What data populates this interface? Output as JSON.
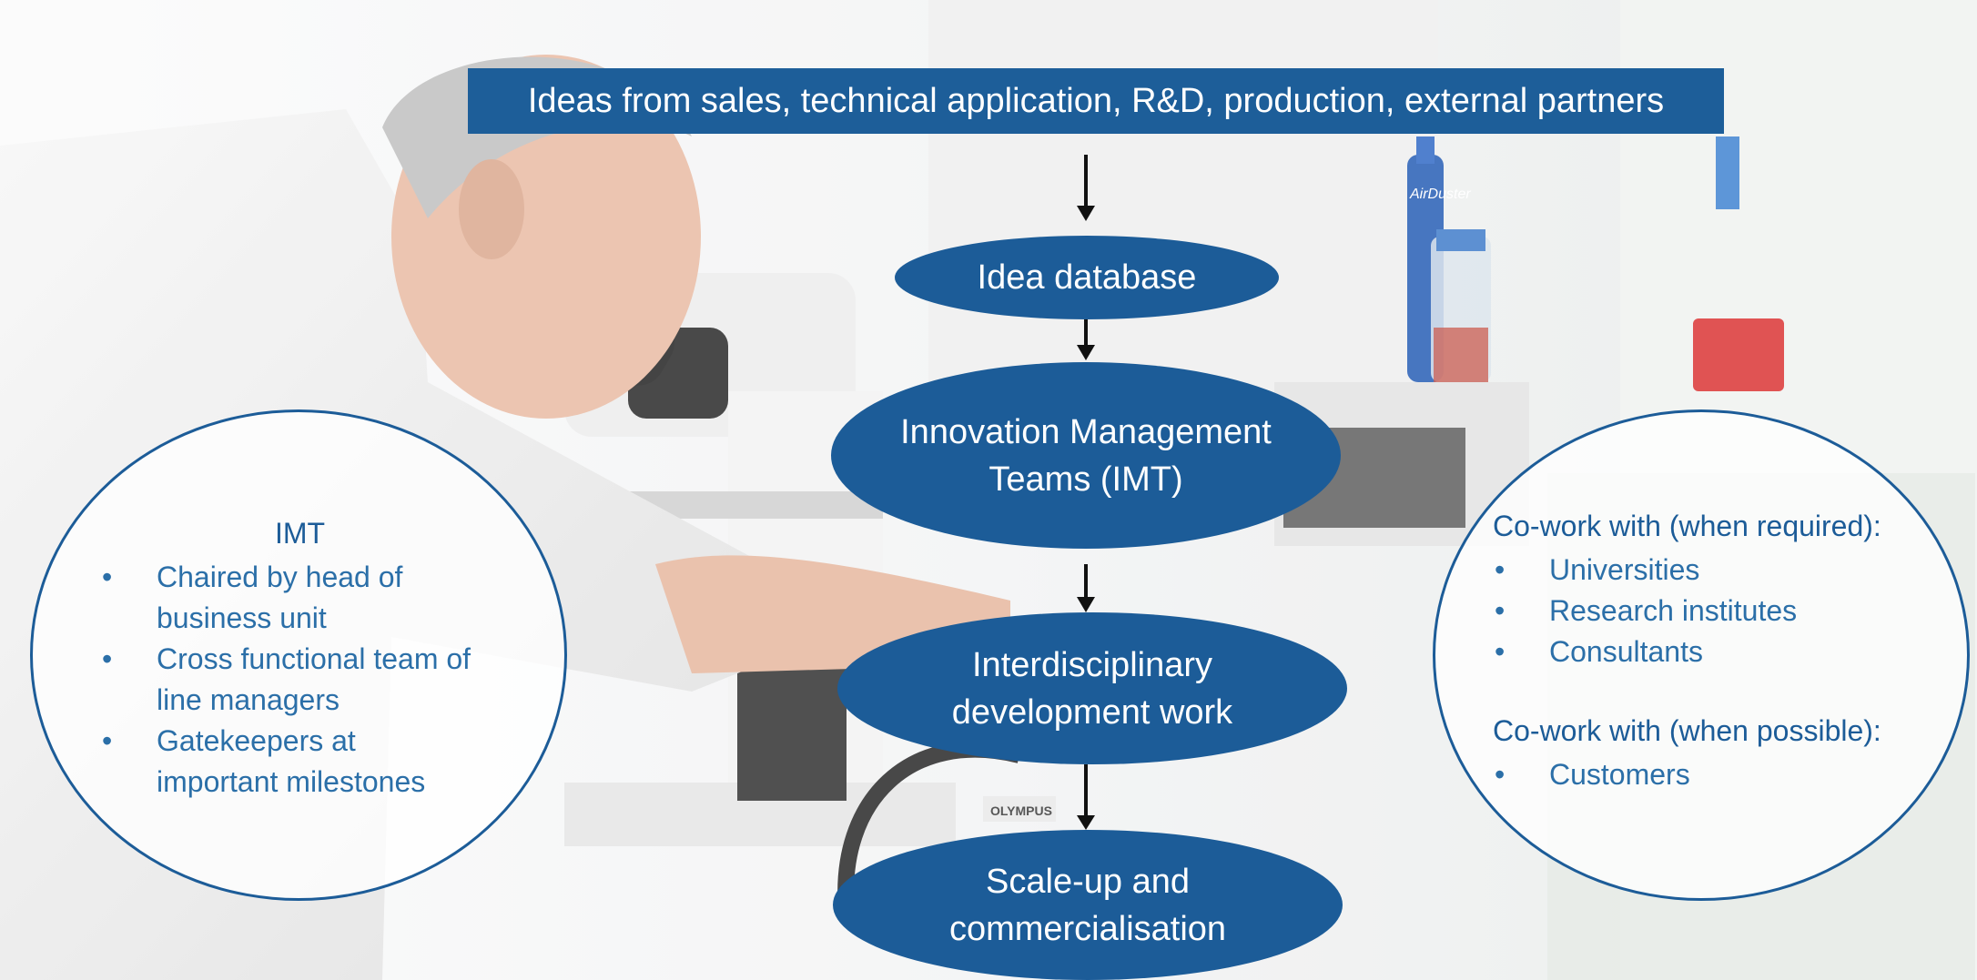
{
  "banner": {
    "text": "Ideas from sales, technical application, R&D, production, external partners"
  },
  "flow": {
    "idea_database": "Idea database",
    "imt_line1": "Innovation Management",
    "imt_line2": "Teams (IMT)",
    "interdisciplinary_line1": "Interdisciplinary",
    "interdisciplinary_line2": "development work",
    "scaleup_line1": "Scale-up and",
    "scaleup_line2": "commercialisation"
  },
  "imt_box": {
    "title": "IMT",
    "items": [
      {
        "line1": "Chaired by head of",
        "line2": "business unit"
      },
      {
        "line1": "Cross functional team of",
        "line2": "line managers"
      },
      {
        "line1": "Gatekeepers at",
        "line2": "important milestones"
      }
    ]
  },
  "cowork_box": {
    "required_title": "Co-work with (when required):",
    "required_items": [
      "Universities",
      "Research institutes",
      "Consultants"
    ],
    "possible_title": "Co-work with (when possible):",
    "possible_items": [
      "Customers"
    ]
  },
  "photo_labels": {
    "bottle": "AirDuster",
    "microscope_brand": "OLYMPUS"
  },
  "colors": {
    "primary_blue": "#1c5c98",
    "text_blue": "#2b6fa8",
    "white": "#ffffff"
  },
  "bullet": "•"
}
